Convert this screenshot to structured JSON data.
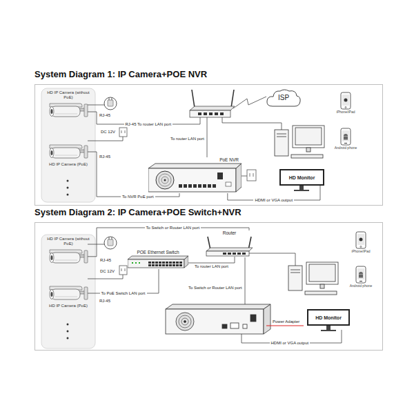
{
  "diagram": {
    "nodes": [
      {
        "text": [
          "System Diagram 1: IP Camera+POE NVR"
        ]
      },
      {
        "text": [
          "HD IP Camera (without PoE)"
        ],
        "in": 0
      },
      {
        "text": [
          "HD IP Camera (PoE)"
        ],
        "in": 0
      },
      {
        "text": [
          "ISP"
        ],
        "in": 0
      },
      {
        "text": [
          "PoE NVR"
        ],
        "in": 0
      },
      {
        "text": [
          "HD Monitor"
        ],
        "in": 0
      },
      {
        "text": [
          "iPhone/iPad"
        ],
        "in": 0
      },
      {
        "text": [
          "Android phone"
        ],
        "in": 0
      },
      {
        "text": [
          "System Diagram 2: IP Camera+POE Switch+NVR"
        ]
      },
      {
        "text": [
          "HD IP Camera (without PoE)"
        ],
        "in": 8
      },
      {
        "text": [
          "POE Ethernet Switch"
        ],
        "in": 8
      },
      {
        "text": [
          "Router"
        ],
        "in": 8
      },
      {
        "text": [
          "HD IP Camera (PoE)"
        ],
        "in": 8
      },
      {
        "text": [
          "HD Monitor"
        ],
        "in": 8
      },
      {
        "text": [
          "iPhone/iPad"
        ],
        "in": 8
      },
      {
        "text": [
          "Android phone"
        ],
        "in": 8
      }
    ],
    "edges": [
      {
        "from": 2,
        "to": 4,
        "label": "To NVR PoE port",
        "arrow": "none"
      },
      {
        "from": 4,
        "to": 5,
        "label": "HDMI or VGA output",
        "arrow": "none"
      },
      {
        "from": 9,
        "to": 11,
        "label": "To Switch or Router LAN port",
        "arrow": "none"
      },
      {
        "from": 10,
        "to": 11,
        "label": "To router LAN port",
        "arrow": "none"
      },
      {
        "from": 12,
        "to": 10,
        "label": "To PoE Switch LAN port",
        "arrow": "none"
      }
    ],
    "labels": [
      "RJ-45",
      "DC 12V",
      "RJ-45",
      "RJ-45 To router LAN port",
      "To router LAN port",
      "RJ-45",
      "DC 12V",
      "RJ-45",
      "To Switch or Router LAN port",
      "Power Adapter",
      "HDMI or VGA output"
    ]
  }
}
